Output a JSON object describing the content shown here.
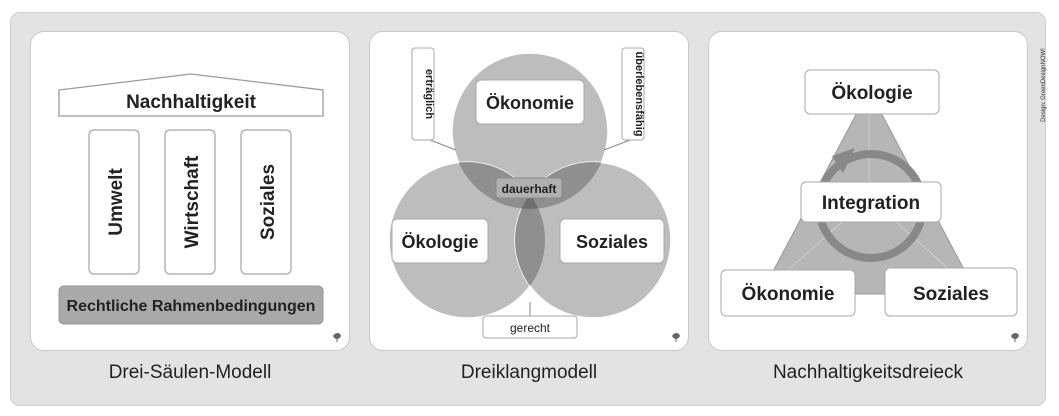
{
  "models": [
    {
      "caption": "Drei-Säulen-Modell",
      "roof": "Nachhaltigkeit",
      "pillars": [
        "Umwelt",
        "Wirtschaft",
        "Soziales"
      ],
      "base": "Rechtliche Rahmenbedingungen"
    },
    {
      "caption": "Dreiklangmodell",
      "circles": [
        "Ökonomie",
        "Ökologie",
        "Soziales"
      ],
      "center": "dauerhaft",
      "side_labels": [
        "erträglich",
        "überlebensfähig"
      ],
      "bottom_label": "gerecht"
    },
    {
      "caption": "Nachhaltigkeitsdreieck",
      "corners": [
        "Ökologie",
        "Ökonomie",
        "Soziales"
      ],
      "center": "Integration"
    }
  ],
  "credit": "Design: GreenDesignNOW!",
  "colors": {
    "background": "#e3e3e3",
    "panel": "#ffffff",
    "circle": "#bdbdbd",
    "overlap": "#8f8f8f",
    "base_bar": "#a9a9a9",
    "triangle": "#b6b6b6"
  }
}
